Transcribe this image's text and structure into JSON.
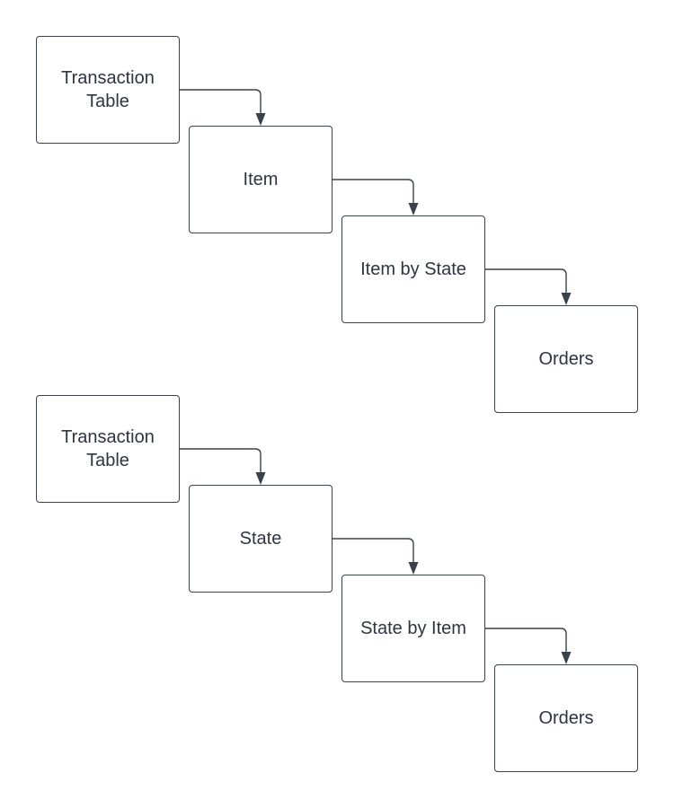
{
  "colors": {
    "stroke": "#3a414a",
    "text": "#2e3440",
    "background": "#ffffff"
  },
  "flows": [
    {
      "nodes": [
        {
          "label": "Transaction Table"
        },
        {
          "label": "Item"
        },
        {
          "label": "Item by State"
        },
        {
          "label": "Orders"
        }
      ]
    },
    {
      "nodes": [
        {
          "label": "Transaction Table"
        },
        {
          "label": "State"
        },
        {
          "label": "State by Item"
        },
        {
          "label": "Orders"
        }
      ]
    }
  ]
}
